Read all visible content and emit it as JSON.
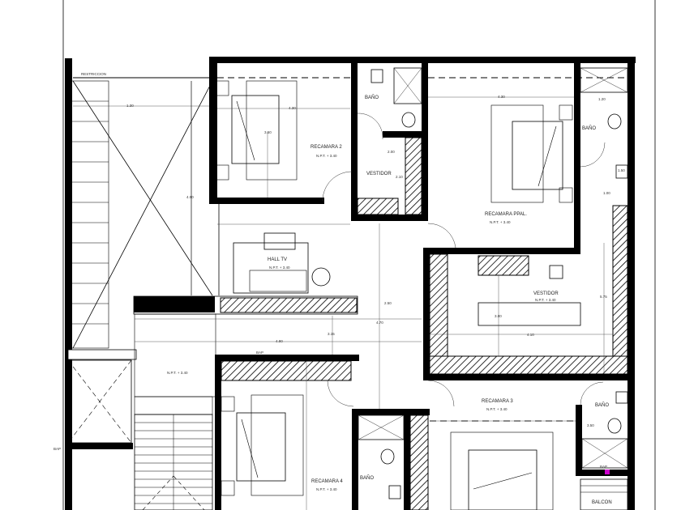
{
  "colors": {
    "ink": "#000000",
    "paper": "#ffffff",
    "marker": "#cc00cc"
  },
  "labels": {
    "restriccion": "RESTRICCION",
    "recamara2": "RECAMARA 2",
    "bano_a": "BAÑO",
    "bano_b": "BAÑO",
    "bano_c": "BAÑO",
    "bano_d": "BAÑO",
    "vestidor_a": "VESTIDOR",
    "vestidor_b": "VESTIDOR",
    "recamara_ppal": "RECAMARA PPAL.",
    "hall_tv": "HALL TV",
    "recamara3": "RECAMARA 3",
    "recamara4": "RECAMARA 4",
    "balcon": "BALCON",
    "bap_a": "BAP",
    "bap_b": "BAP",
    "bap_c": "BAP",
    "npt": "N.P.T. + 3.40"
  },
  "dims": {
    "d_130": "1.30",
    "d_430": "4.30",
    "d_430b": "4.30",
    "d_350": "3.50",
    "d_490": "4.90",
    "d_120": "1.20",
    "d_210": "2.10",
    "d_200": "2.00",
    "d_150": "1.50",
    "d_100": "1.00",
    "d_575": "5.75",
    "d_490b": "4.90",
    "d_410": "4.10",
    "d_300": "3.00",
    "d_250": "2.50",
    "d_315": "3.15",
    "d_470": "4.70",
    "d_350b": "3.50"
  }
}
